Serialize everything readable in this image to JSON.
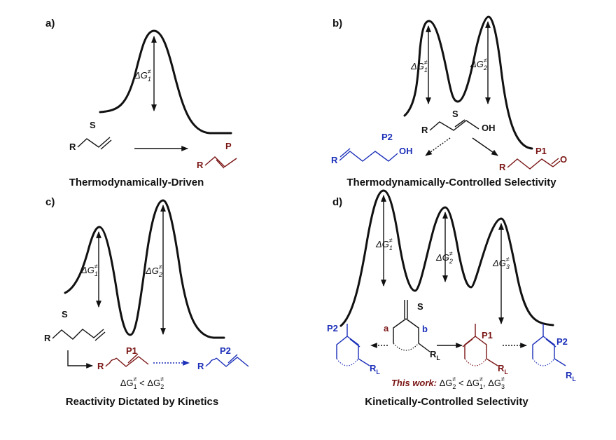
{
  "panels": {
    "a": {
      "label": "a)",
      "caption": "Thermodynamically-Driven",
      "barrier": {
        "delta": "ΔG",
        "sub": "1",
        "sup": "≠"
      },
      "substrate": "S",
      "product": "P",
      "atom_r": "R"
    },
    "b": {
      "label": "b)",
      "caption": "Thermodynamically-Controlled Selectivity",
      "barrier1": {
        "delta": "ΔG",
        "sub": "1",
        "sup": "≠"
      },
      "barrier2": {
        "delta": "ΔG",
        "sub": "2",
        "sup": "≠"
      },
      "substrate": "S",
      "p1": "P1",
      "p2": "P2",
      "atom_r": "R",
      "atom_oh": "OH",
      "atom_o": "O"
    },
    "c": {
      "label": "c)",
      "caption": "Reactivity Dictated by Kinetics",
      "barrier1": {
        "delta": "ΔG",
        "sub": "1",
        "sup": "≠"
      },
      "barrier2": {
        "delta": "ΔG",
        "sub": "2",
        "sup": "≠"
      },
      "substrate": "S",
      "p1": "P1",
      "p2": "P2",
      "atom_r": "R",
      "relation": {
        "left": "ΔG",
        "left_sub": "1",
        "left_sup": "≠",
        "op": " < ",
        "right": "ΔG",
        "right_sub": "2",
        "right_sup": "≠"
      }
    },
    "d": {
      "label": "d)",
      "caption": "Kinetically-Controlled Selectivity",
      "barrier1": {
        "delta": "ΔG",
        "sub": "1",
        "sup": "≠"
      },
      "barrier2": {
        "delta": "ΔG",
        "sub": "2",
        "sup": "≠"
      },
      "barrier3": {
        "delta": "ΔG",
        "sub": "3",
        "sup": "≠"
      },
      "substrate": "S",
      "site_a": "a",
      "site_b": "b",
      "p1": "P1",
      "p2": "P2",
      "atom_rl": "R",
      "atom_rl_sub": "L",
      "this_work": "This work:",
      "relation": {
        "g2": "ΔG",
        "g2_sub": "2",
        "g2_sup": "≠",
        "op": " < ",
        "g1": "ΔG",
        "g1_sub": "1",
        "g1_sup": "≠",
        "sep": ", ",
        "g3": "ΔG",
        "g3_sub": "3",
        "g3_sup": "≠"
      }
    }
  },
  "colors": {
    "red": "#7a1414",
    "blue": "#1b2fb8",
    "ink": "#111111"
  }
}
